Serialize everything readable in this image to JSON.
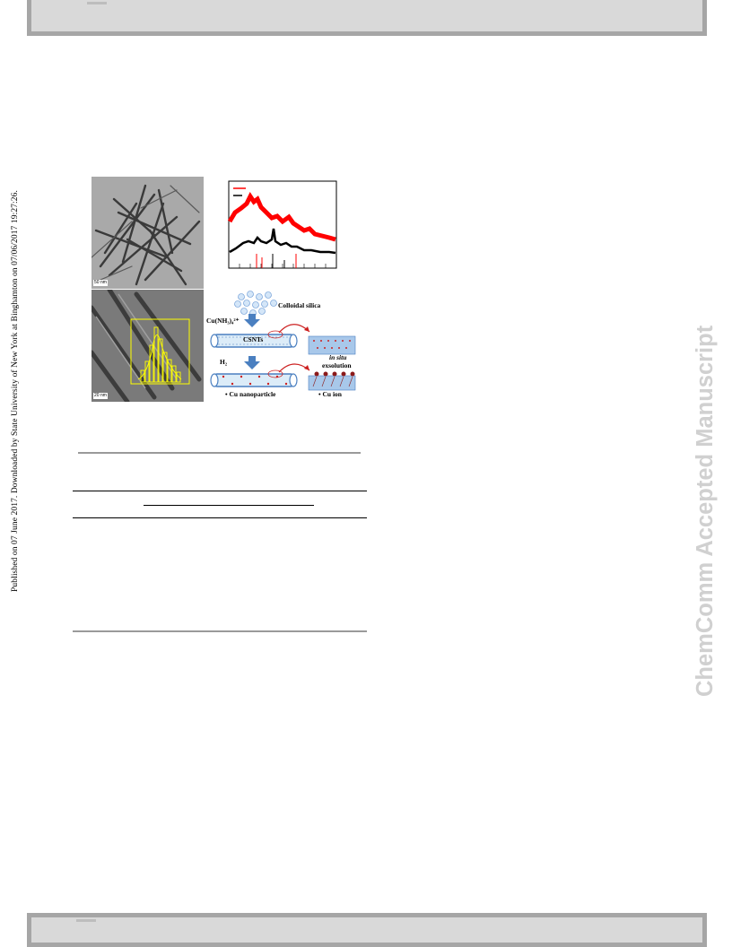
{
  "sidebar_left_text": "Published on 07 June 2017. Downloaded by State University of New York at Binghamton on 07/06/2017 19:27:26.",
  "sidebar_right_text": "ChemComm Accepted Manuscript",
  "figure": {
    "scale_bar_a": "50 nm",
    "scale_bar_c": "20 nm",
    "schematic": {
      "colloidal_silica": "Colloidal silica",
      "cu_complex": "Cu(NH₃)₄²⁺",
      "csnts": "CSNTs",
      "in_situ": "in situ",
      "h2": "H₂",
      "exsolution": "exsolution",
      "cu_nanoparticle": "• Cu nanoparticle",
      "cu_ion": "• Cu ion"
    },
    "colors": {
      "red_trace": "#ff0000",
      "black_trace": "#000000",
      "arrow_blue": "#4a7fc0",
      "histogram": "#e8e800"
    }
  }
}
